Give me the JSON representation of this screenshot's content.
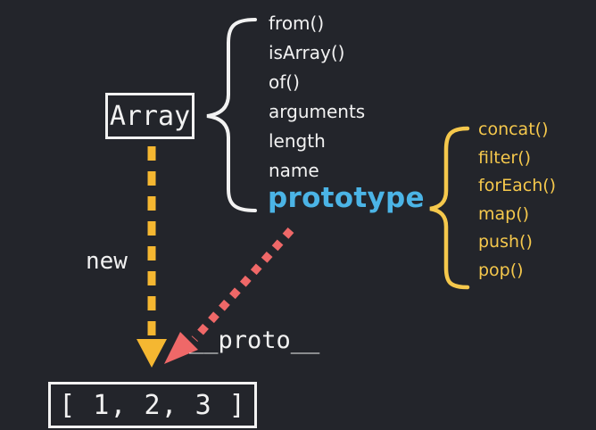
{
  "array_box": {
    "label": "Array"
  },
  "static_members": [
    "from()",
    "isArray()",
    "of()",
    "arguments",
    "length",
    "name"
  ],
  "prototype_label": "prototype",
  "prototype_methods": [
    "concat()",
    "filter()",
    "forEach()",
    "map()",
    "push()",
    "pop()"
  ],
  "new_label": "new",
  "proto_link_label": "__proto__",
  "instance_box": {
    "label": "[ 1, 2, 3 ]"
  },
  "colors": {
    "background": "#23252b",
    "text": "#f2f2f2",
    "prototype": "#4bb4e6",
    "methods": "#f5c84c",
    "new_arrow": "#f5b731",
    "proto_arrow": "#ef6868"
  }
}
